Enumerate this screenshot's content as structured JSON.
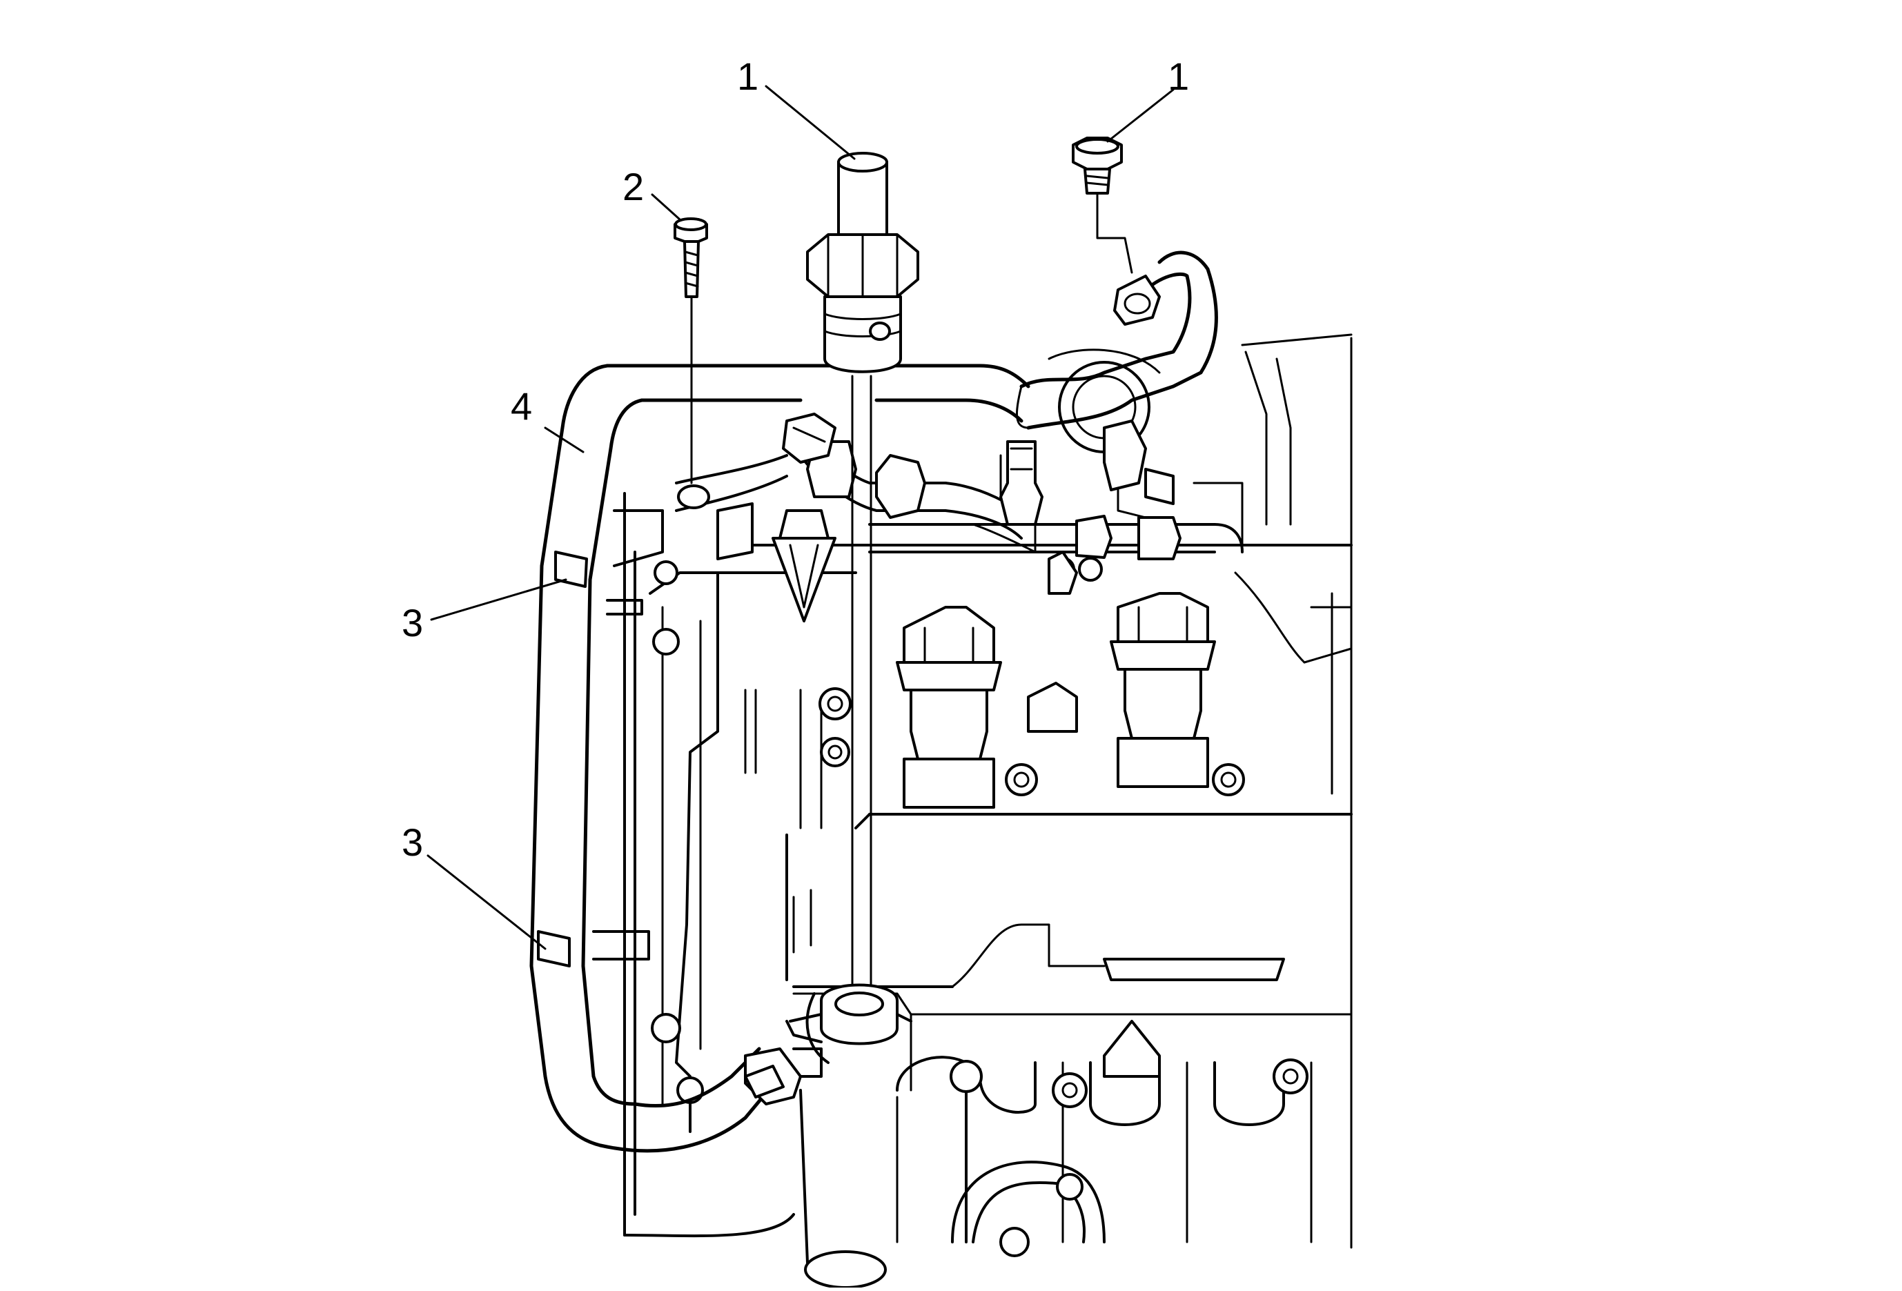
{
  "callouts": [
    {
      "id": "c1a",
      "label": "1"
    },
    {
      "id": "c1b",
      "label": "1"
    },
    {
      "id": "c2",
      "label": "2"
    },
    {
      "id": "c3a",
      "label": "3"
    },
    {
      "id": "c3b",
      "label": "3"
    },
    {
      "id": "c4",
      "label": "4"
    }
  ]
}
